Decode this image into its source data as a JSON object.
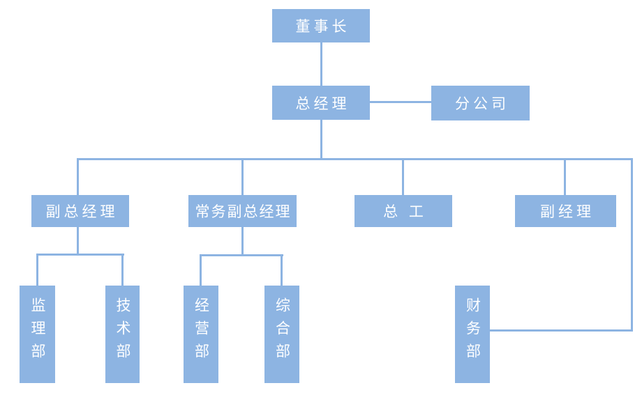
{
  "diagram": {
    "type": "org-chart",
    "colors": {
      "node_fill": "#8db4e2",
      "connector": "#8db4e2",
      "node_text": "#ffffff",
      "background": "#ffffff"
    }
  },
  "nodes": {
    "chairman": {
      "label": "董事长"
    },
    "general_manager": {
      "label": "总经理"
    },
    "branch_company": {
      "label": "分公司"
    },
    "deputy_general_manager": {
      "label": "副总经理"
    },
    "executive_deputy_general_manager": {
      "label": "常务副总经理"
    },
    "chief_engineer": {
      "label": "总 工"
    },
    "deputy_manager": {
      "label": "副经理"
    },
    "supervision_dept": {
      "label": "监理部",
      "orientation": "vertical"
    },
    "technology_dept": {
      "label": "技术部",
      "orientation": "vertical"
    },
    "operations_dept": {
      "label": "经营部",
      "orientation": "vertical"
    },
    "general_affairs_dept": {
      "label": "综合部",
      "orientation": "vertical"
    },
    "finance_dept": {
      "label": "财务部",
      "orientation": "vertical"
    }
  },
  "edges": [
    {
      "from": "chairman",
      "to": "general_manager"
    },
    {
      "from": "general_manager",
      "to": "branch_company",
      "style": "lateral"
    },
    {
      "from": "general_manager",
      "to": "deputy_general_manager"
    },
    {
      "from": "general_manager",
      "to": "executive_deputy_general_manager"
    },
    {
      "from": "general_manager",
      "to": "chief_engineer"
    },
    {
      "from": "general_manager",
      "to": "deputy_manager"
    },
    {
      "from": "general_manager",
      "to": "finance_dept"
    },
    {
      "from": "deputy_general_manager",
      "to": "supervision_dept"
    },
    {
      "from": "deputy_general_manager",
      "to": "technology_dept"
    },
    {
      "from": "executive_deputy_general_manager",
      "to": "operations_dept"
    },
    {
      "from": "executive_deputy_general_manager",
      "to": "general_affairs_dept"
    }
  ]
}
